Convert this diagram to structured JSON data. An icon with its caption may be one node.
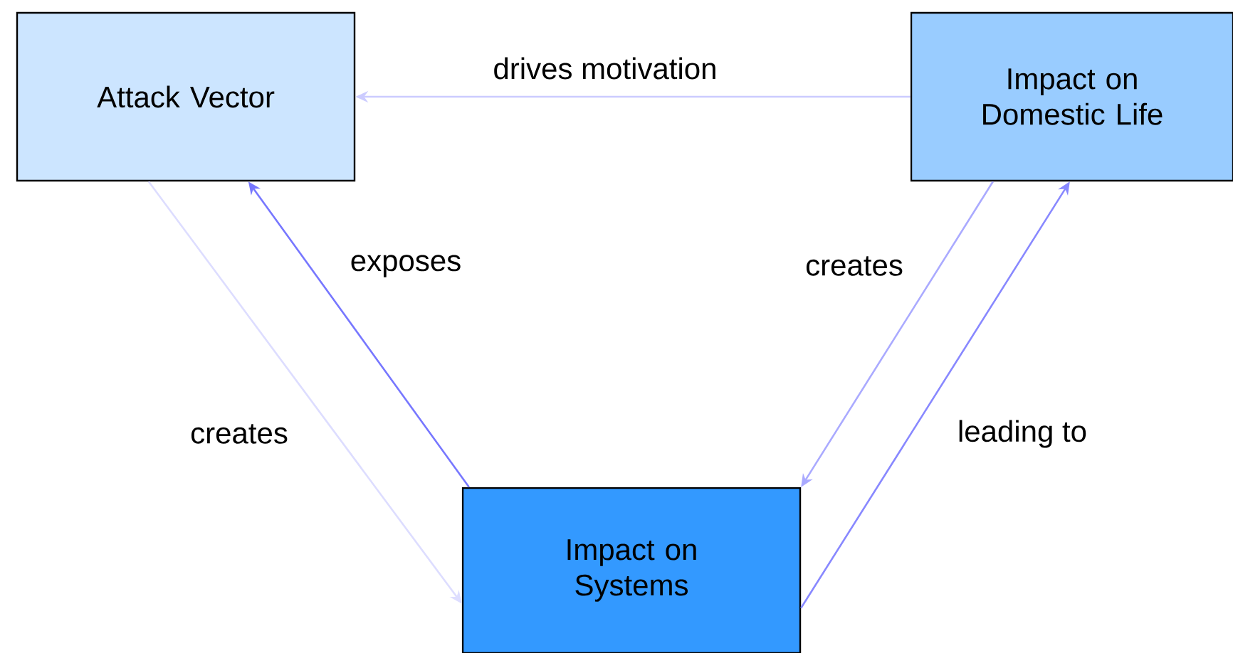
{
  "diagram": {
    "nodes": [
      {
        "text": [
          "Attack Vector"
        ]
      },
      {
        "text": [
          "Impact on Domestic Life"
        ]
      },
      {
        "text": [
          "Impact on Systems"
        ]
      }
    ],
    "edges": [
      {
        "from": 1,
        "to": 0,
        "arrow": "to",
        "label": "drives motivation",
        "color": "#ccccff"
      },
      {
        "from": 2,
        "to": 0,
        "arrow": "to",
        "label": "exposes",
        "color": "#7777ff"
      },
      {
        "from": 0,
        "to": 2,
        "arrow": "to",
        "label": "creates",
        "color": "#ddddff"
      },
      {
        "from": 1,
        "to": 2,
        "arrow": "to",
        "label": "creates",
        "color": "#aaaaff"
      },
      {
        "from": 2,
        "to": 1,
        "arrow": "to",
        "label": "leading to",
        "color": "#8888ff"
      }
    ]
  }
}
